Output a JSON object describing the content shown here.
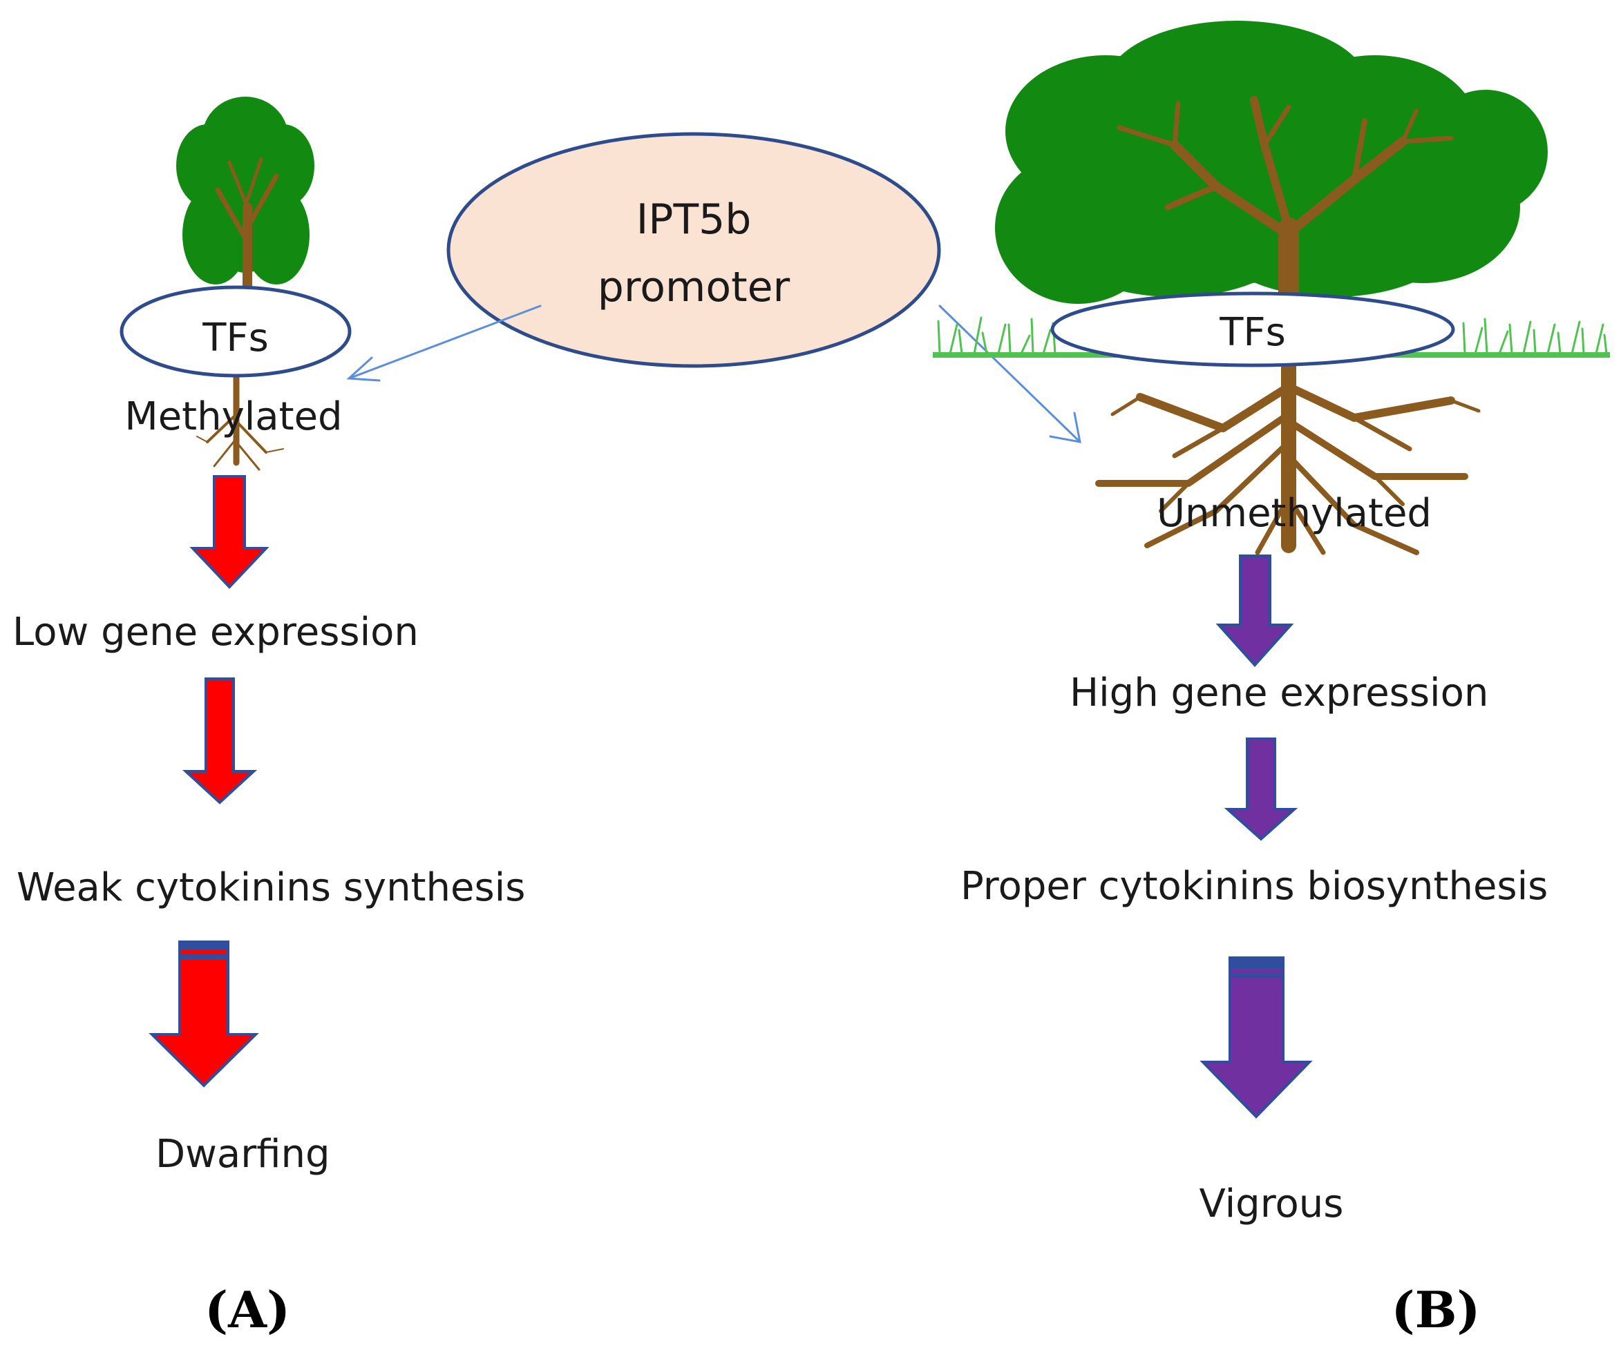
{
  "promoter": {
    "line1": "IPT5b",
    "line2": "promoter"
  },
  "panel_a": {
    "tf_label": "TFs",
    "state": "Methylated",
    "steps": [
      "Low gene expression",
      "Weak cytokinins synthesis",
      "Dwarfing"
    ],
    "panel_label_open": "(",
    "panel_label_letter": "A",
    "panel_label_close": ")"
  },
  "panel_b": {
    "tf_label": "TFs",
    "state": "Unmethylated",
    "steps": [
      "High gene expression",
      "Proper cytokinins biosynthesis",
      "Vigrous"
    ],
    "panel_label_open": "(",
    "panel_label_letter": "B",
    "panel_label_close": ")"
  },
  "colors": {
    "foliage": "#128a12",
    "trunk": "#8b5a1e",
    "grass": "#4fc24f",
    "ellipse_stroke": "#2e4b8c",
    "promoter_fill": "#fbe3d4",
    "arrow_a": "#ff0000",
    "arrow_b": "#7030a0",
    "arrow_outline": "#2f4f9e",
    "connector": "#5b8fdc"
  }
}
